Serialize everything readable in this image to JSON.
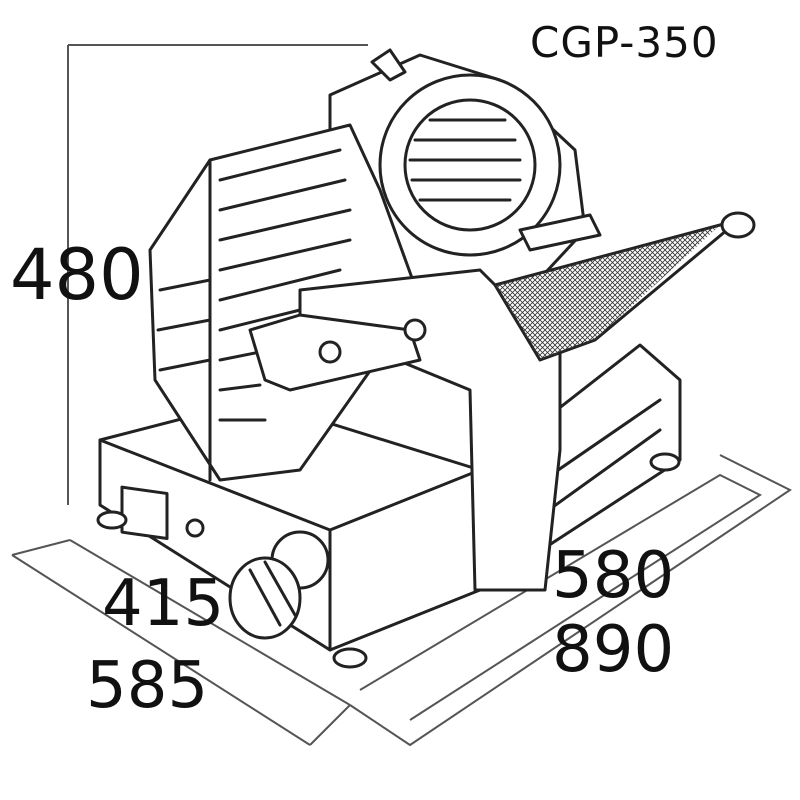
{
  "model": "CGP-350",
  "dimensions": {
    "height": "480",
    "depth_base": "415",
    "depth_total": "585",
    "width_base": "580",
    "width_total": "890"
  }
}
